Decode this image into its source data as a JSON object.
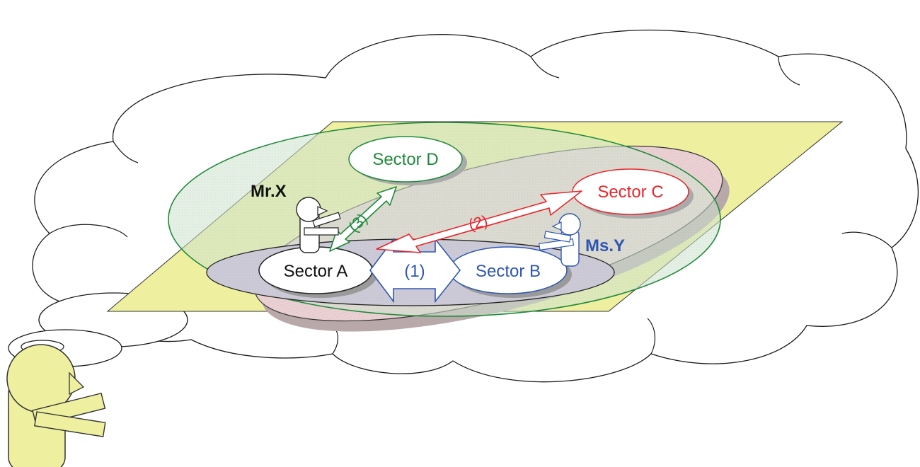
{
  "sectors": {
    "a": "Sector A",
    "b": "Sector B",
    "c": "Sector C",
    "d": "Sector D"
  },
  "people": {
    "mr_x": "Mr.X",
    "ms_y": "Ms.Y"
  },
  "links": {
    "one": "(1)",
    "two": "(2)",
    "three": "(3)"
  },
  "colors": {
    "black": "#111111",
    "blue": "#2e56b4",
    "red": "#e8262c",
    "green": "#1f8a3b",
    "plane_fill": "#eef0a0",
    "green_region": "#cfe3cf",
    "pink_region": "#ead0d2",
    "grey_region": "#cbcad6",
    "figure_yellow": "#eef0a0"
  }
}
